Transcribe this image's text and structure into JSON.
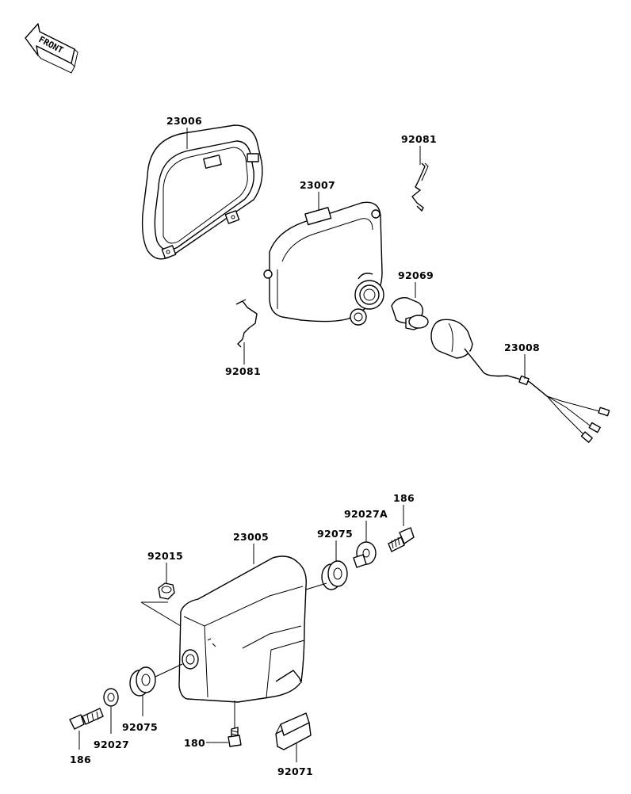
{
  "labels": {
    "front": "FRONT",
    "rim_top": "23006",
    "housing_top": "23007",
    "spring_top_right": "92081",
    "spring_top_left": "92081",
    "bulb": "92069",
    "socket_harness": "23008",
    "cover": "23005",
    "nut": "92015",
    "grommet_right": "92075",
    "collar_right": "92027A",
    "bolt_right": "186",
    "grommet_left": "92075",
    "washer_left": "92027",
    "bolt_left": "186",
    "screw_bottom": "180",
    "clip_bottom": "92071"
  }
}
